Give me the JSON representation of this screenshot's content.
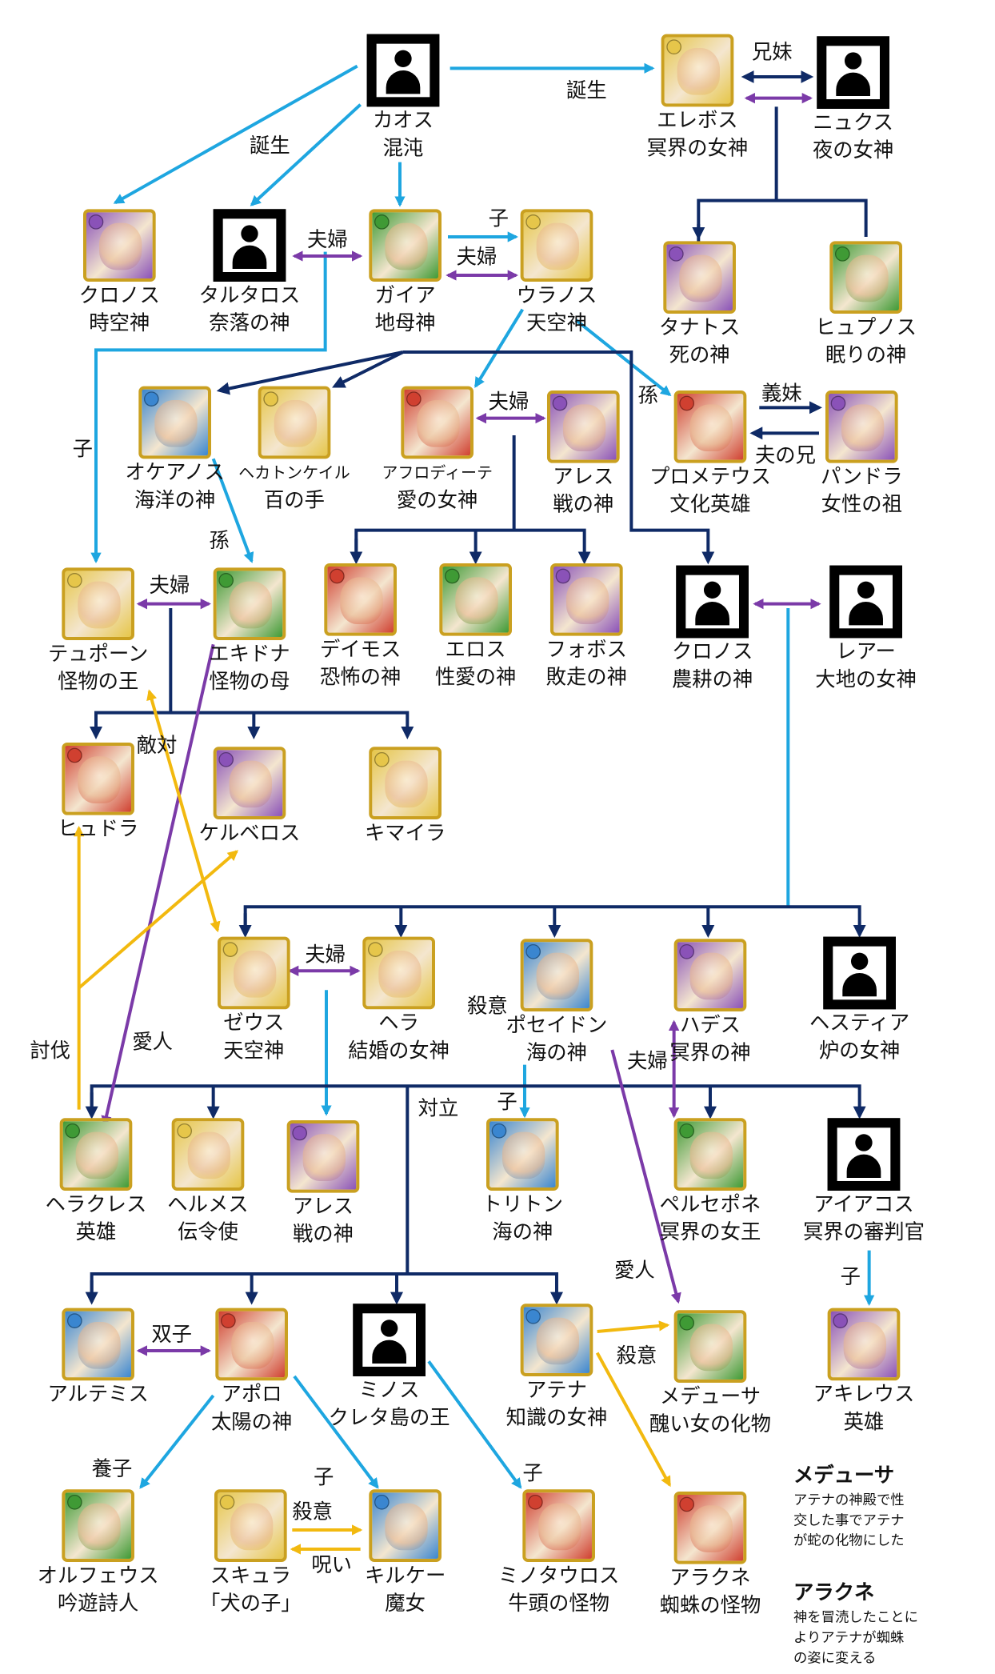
{
  "nodes": [
    {
      "id": "chaos",
      "name": "カオス",
      "title": "混沌",
      "color": "blank"
    },
    {
      "id": "erebos",
      "name": "エレボス",
      "title": "冥界の女神",
      "color": "#e6c64a"
    },
    {
      "id": "nyx",
      "name": "ニュクス",
      "title": "夜の女神",
      "color": "blank"
    },
    {
      "id": "chronos1",
      "name": "クロノス",
      "title": "時空神",
      "color": "#8a52b8"
    },
    {
      "id": "tartaros",
      "name": "タルタロス",
      "title": "奈落の神",
      "color": "blank"
    },
    {
      "id": "gaia",
      "name": "ガイア",
      "title": "地母神",
      "color": "#3f9a35"
    },
    {
      "id": "uranos",
      "name": "ウラノス",
      "title": "天空神",
      "color": "#e6c64a"
    },
    {
      "id": "thanatos",
      "name": "タナトス",
      "title": "死の神",
      "color": "#8a52b8"
    },
    {
      "id": "hypnos",
      "name": "ヒュプノス",
      "title": "眠りの神",
      "color": "#3f9a35"
    },
    {
      "id": "okeanos",
      "name": "オケアノス",
      "title": "海洋の神",
      "color": "#3a86d0"
    },
    {
      "id": "hekaton",
      "name": "ヘカトンケイル",
      "title": "百の手",
      "color": "#e6c64a"
    },
    {
      "id": "aphrodite",
      "name": "アフロディーテ",
      "title": "愛の女神",
      "color": "#d04030"
    },
    {
      "id": "ares1",
      "name": "アレス",
      "title": "戦の神",
      "color": "#8a52b8"
    },
    {
      "id": "prometheus",
      "name": "プロメテウス",
      "title": "文化英雄",
      "color": "#d04030"
    },
    {
      "id": "pandora",
      "name": "パンドラ",
      "title": "女性の祖",
      "color": "#8a52b8"
    },
    {
      "id": "typhon",
      "name": "テュポーン",
      "title": "怪物の王",
      "color": "#e6c64a"
    },
    {
      "id": "echidna",
      "name": "エキドナ",
      "title": "怪物の母",
      "color": "#3f9a35"
    },
    {
      "id": "deimos",
      "name": "デイモス",
      "title": "恐怖の神",
      "color": "#d04030"
    },
    {
      "id": "eros",
      "name": "エロス",
      "title": "性愛の神",
      "color": "#3f9a35"
    },
    {
      "id": "phobos",
      "name": "フォボス",
      "title": "敗走の神",
      "color": "#8a52b8"
    },
    {
      "id": "chronos2",
      "name": "クロノス",
      "title": "農耕の神",
      "color": "blank"
    },
    {
      "id": "rhea",
      "name": "レアー",
      "title": "大地の女神",
      "color": "blank"
    },
    {
      "id": "hydra",
      "name": "ヒュドラ",
      "title": "",
      "color": "#d04030"
    },
    {
      "id": "cerberus",
      "name": "ケルベロス",
      "title": "",
      "color": "#8a52b8"
    },
    {
      "id": "chimera",
      "name": "キマイラ",
      "title": "",
      "color": "#e6c64a"
    },
    {
      "id": "zeus",
      "name": "ゼウス",
      "title": "天空神",
      "color": "#e6c64a"
    },
    {
      "id": "hera",
      "name": "ヘラ",
      "title": "結婚の女神",
      "color": "#e6c64a"
    },
    {
      "id": "poseidon",
      "name": "ポセイドン",
      "title": "海の神",
      "color": "#3a86d0"
    },
    {
      "id": "hades",
      "name": "ハデス",
      "title": "冥界の神",
      "color": "#8a52b8"
    },
    {
      "id": "hestia",
      "name": "ヘスティア",
      "title": "炉の女神",
      "color": "blank"
    },
    {
      "id": "herakles",
      "name": "ヘラクレス",
      "title": "英雄",
      "color": "#3f9a35"
    },
    {
      "id": "hermes",
      "name": "ヘルメス",
      "title": "伝令使",
      "color": "#e6c64a"
    },
    {
      "id": "ares2",
      "name": "アレス",
      "title": "戦の神",
      "color": "#8a52b8"
    },
    {
      "id": "triton",
      "name": "トリトン",
      "title": "海の神",
      "color": "#3a86d0"
    },
    {
      "id": "persephone",
      "name": "ペルセポネ",
      "title": "冥界の女王",
      "color": "#3f9a35"
    },
    {
      "id": "aiakos",
      "name": "アイアコス",
      "title": "冥界の審判官",
      "color": "blank"
    },
    {
      "id": "artemis",
      "name": "アルテミス",
      "title": "",
      "color": "#3a86d0"
    },
    {
      "id": "apollo",
      "name": "アポロ",
      "title": "太陽の神",
      "color": "#d04030"
    },
    {
      "id": "minos",
      "name": "ミノス",
      "title": "クレタ島の王",
      "color": "blank"
    },
    {
      "id": "athena",
      "name": "アテナ",
      "title": "知識の女神",
      "color": "#3a86d0"
    },
    {
      "id": "medusa",
      "name": "メデューサ",
      "title": "醜い女の化物",
      "color": "#3f9a35"
    },
    {
      "id": "achilles",
      "name": "アキレウス",
      "title": "英雄",
      "color": "#8a52b8"
    },
    {
      "id": "orpheus",
      "name": "オルフェウス",
      "title": "吟遊詩人",
      "color": "#3f9a35"
    },
    {
      "id": "scylla",
      "name": "スキュラ",
      "title": "「犬の子」",
      "color": "#e6c64a"
    },
    {
      "id": "circe",
      "name": "キルケー",
      "title": "魔女",
      "color": "#3a86d0"
    },
    {
      "id": "minotauros",
      "name": "ミノタウロス",
      "title": "牛頭の怪物",
      "color": "#d04030"
    },
    {
      "id": "arachne",
      "name": "アラクネ",
      "title": "蜘蛛の怪物",
      "color": "#d04030"
    }
  ],
  "labels": {
    "birth_1": "誕生",
    "birth_2": "誕生",
    "siblings": "兄妹",
    "couple_gaia_tartaros": "夫婦",
    "child_gaia_uranos": "子",
    "couple_gaia_uranos": "夫婦",
    "child_typhon": "子",
    "grandchild_prometheus": "孫",
    "couple_aphrodite_ares": "夫婦",
    "sister_in_law": "義妹",
    "husband_brother": "夫の兄",
    "grandchild_echidna": "孫",
    "couple_typhon_echidna": "夫婦",
    "rival": "敵対",
    "couple_zeus_hera": "夫婦",
    "murderous_poseidon": "殺意",
    "subjugation": "討伐",
    "lover_zeus": "愛人",
    "opposition": "対立",
    "child_triton": "子",
    "couple_hades": "夫婦",
    "lover_medusa": "愛人",
    "child_achilles": "子",
    "twins": "双子",
    "murderous_athena": "殺意",
    "adopted": "養子",
    "child_circe": "子",
    "murderous_circe": "殺意",
    "curse": "呪い",
    "child_minotauros": "子"
  },
  "notes": [
    {
      "title": "メデューサ",
      "lines": [
        "アテナの神殿で性",
        "交した事でアテナ",
        "が蛇の化物にした"
      ]
    },
    {
      "title": "アラクネ",
      "lines": [
        "神を冒涜したことに",
        "よりアテナが蜘蛛",
        "の姿に変える"
      ]
    }
  ],
  "colors": {
    "cyan": "#1ea6e0",
    "navy": "#0f2a66",
    "purple": "#7b3aa8",
    "yellow": "#f2b90f"
  }
}
